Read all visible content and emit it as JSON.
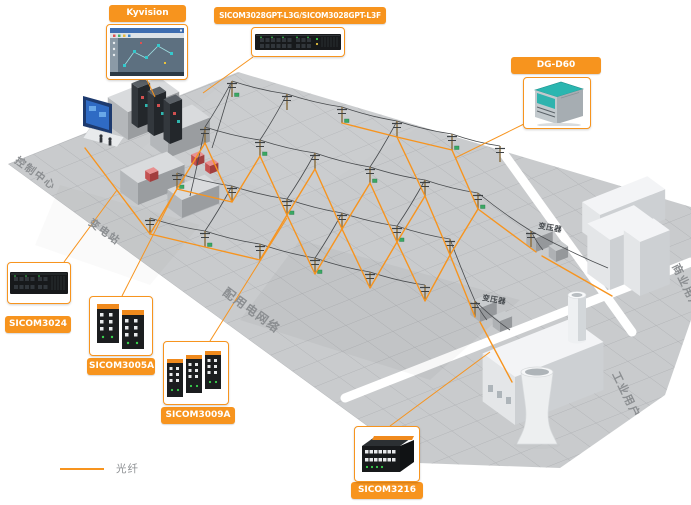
{
  "areas": {
    "control_center": "控制中心",
    "substation": "变电站",
    "distribution_network": "配用电网络",
    "commercial_users": "商业用户",
    "industrial_users": "工业用户"
  },
  "annotations": {
    "transformer_1": "变压器",
    "transformer_2": "变压器"
  },
  "callouts": {
    "kyvision": {
      "label": "Kyvision"
    },
    "sicom3028": {
      "label": "SICOM3028GPT-L3G/SICOM3028GPT-L3F"
    },
    "dg_d60": {
      "label": "DG-D60"
    },
    "sicom3024": {
      "label": "SICOM3024"
    },
    "sicom3005a": {
      "label": "SICOM3005A"
    },
    "sicom3009a": {
      "label": "SICOM3009A"
    },
    "sicom3216": {
      "label": "SICOM3216"
    }
  },
  "legend": {
    "fiber": "光纤"
  },
  "colors": {
    "accent": "#F7941E",
    "plane": "#C9CBCD",
    "grid_line": "#B1B3B6",
    "wire": "#474A4D",
    "label_gray": "#8B8E91"
  }
}
